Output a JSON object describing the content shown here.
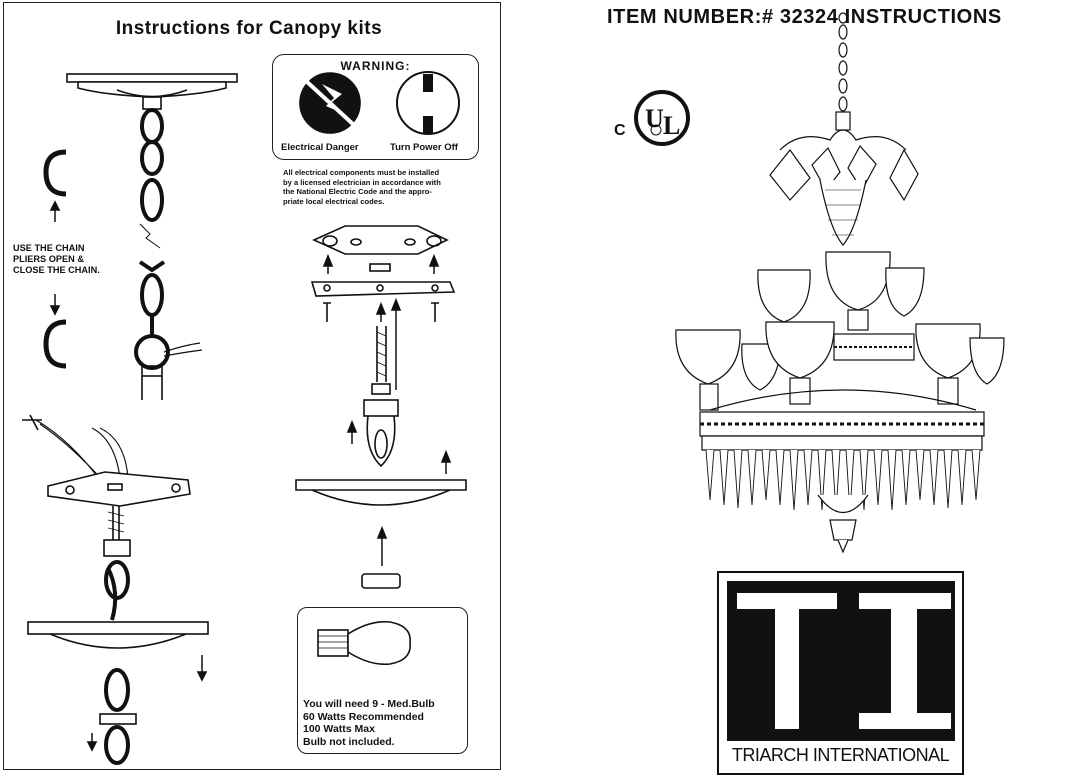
{
  "left_panel": {
    "title": "Instructions for Canopy kits",
    "warning": {
      "title": "WARNING:",
      "icon_left_label": "Electrical Danger",
      "icon_right_label": "Turn Power Off",
      "icon_left": "electrical-danger-icon",
      "icon_right": "power-off-icon",
      "note_lines": [
        "All electrical components must be installed",
        "by a licensed electrician in accordance with",
        "the National Electric Code and the appro-",
        "priate local electrical codes."
      ]
    },
    "chain_note_lines": [
      "USE THE CHAIN",
      "PLIERS  OPEN &",
      "CLOSE THE CHAIN."
    ],
    "bulb_box": {
      "lines": [
        "You will need 9 - Med.Bulb",
        "60 Watts Recommended",
        "100 Watts Max",
        "Bulb not included."
      ]
    }
  },
  "right_panel": {
    "header": "ITEM NUMBER:# 32324   INSTRUCTIONS",
    "certification_logo": "c-ul-listed-logo",
    "logo_letters": "TI",
    "brand": "TRIARCH INTERNATIONAL"
  }
}
